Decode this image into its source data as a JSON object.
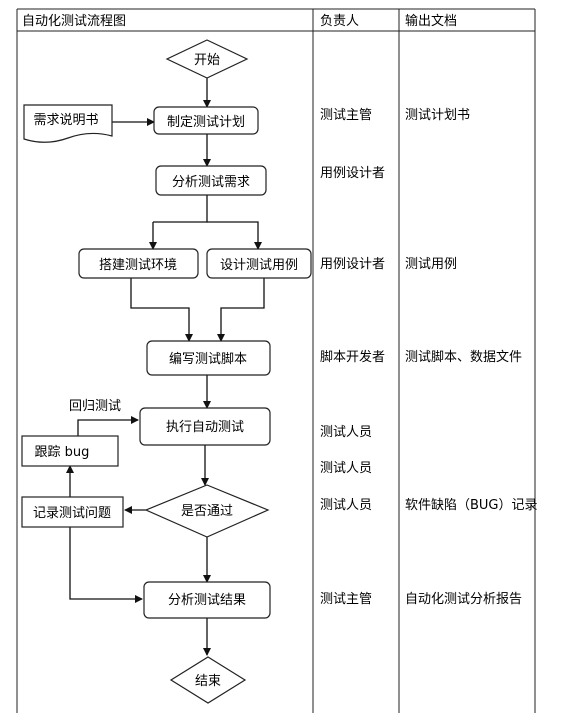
{
  "table": {
    "headers": [
      "自动化测试流程图",
      "负责人",
      "输出文档"
    ]
  },
  "flow": {
    "start": "开始",
    "requirements_doc": "需求说明书",
    "make_plan": "制定测试计划",
    "analyze_requirements": "分析测试需求",
    "build_environment": "搭建测试环境",
    "design_cases": "设计测试用例",
    "write_scripts": "编写测试脚本",
    "execute_tests": "执行自动测试",
    "regression_label": "回归测试",
    "track_bug": "跟踪 bug",
    "record_issues": "记录测试问题",
    "passed_decision": "是否通过",
    "analyze_results": "分析测试结果",
    "end": "结束"
  },
  "owners": [
    "测试主管",
    "用例设计者",
    "用例设计者",
    "脚本开发者",
    "测试人员",
    "测试人员",
    "测试人员",
    "测试主管"
  ],
  "outputs": [
    "测试计划书",
    "测试用例",
    "测试脚本、数据文件",
    "软件缺陷（BUG）记录",
    "自动化测试分析报告"
  ]
}
